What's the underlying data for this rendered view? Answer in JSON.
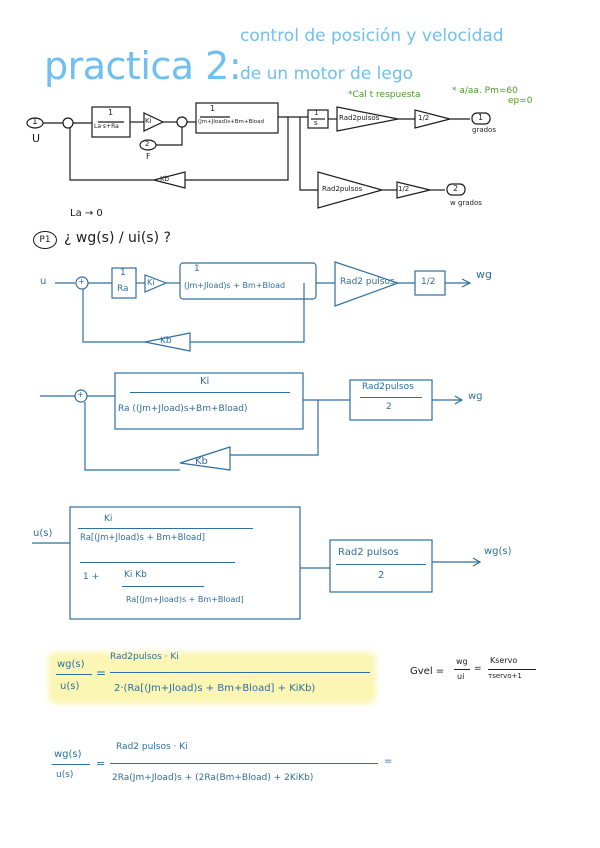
{
  "header": {
    "title": "practica 2:",
    "subtitle_line1": "control de posición y velocidad",
    "subtitle_line2": "de un motor de lego",
    "note_1": "*Cal t respuesta",
    "note_2_a": "* a/aa. Pm=60",
    "note_2_b": "ep=0"
  },
  "diagram1": {
    "input_port": "1",
    "input_label": "U",
    "electrical_block_num": "1",
    "electrical_block_den": "La·s+Ra",
    "torque_gain": "Ki",
    "disturbance_port": "2",
    "disturbance_label": "F",
    "mech_block_num": "1",
    "mech_block_den": "(Jm+Jload)s+Bm+Bload",
    "feedback_gain": "Kb",
    "integrator_num": "1",
    "integrator_den": "s",
    "gain_upper": "Rad2pulsos",
    "half_upper": "1/2",
    "output1_port": "1",
    "output1_label": "grados",
    "gain_lower": "Rad2pulsos",
    "half_lower": "1/2",
    "output2_port": "2",
    "output2_label": "w grados",
    "assumption": "La → 0"
  },
  "question": {
    "badge": "P1",
    "text": "¿ wg(s) / ui(s) ?"
  },
  "diagram2": {
    "input": "u",
    "sum_sign": "+",
    "block1_num": "1",
    "block1_den": "Ra",
    "gain": "Ki",
    "block2_num": "1",
    "block2_den": "(Jm+Jload)s + Bm+Bload",
    "rad_gain": "Rad2 pulsos",
    "half": "1/2",
    "output": "wg",
    "feedback": "Kb"
  },
  "diagram3": {
    "sum_sign": "+",
    "block_num": "Ki",
    "block_den": "Ra ((Jm+Jload)s+Bm+Bload)",
    "rad_num": "Rad2pulsos",
    "rad_den": "2",
    "output": "wg",
    "feedback": "Kb"
  },
  "diagram4": {
    "input": "u(s)",
    "top_num": "Ki",
    "top_den": "Ra[(Jm+Jload)s + Bm+Bload]",
    "one_plus": "1 +",
    "bot_num": "Ki Kb",
    "bot_den": "Ra[(Jm+Jload)s + Bm+Bload]",
    "rad_num": "Rad2 pulsos",
    "rad_den": "2",
    "output": "wg(s)"
  },
  "equation1": {
    "lhs_num": "wg(s)",
    "lhs_den": "u(s)",
    "eq": "=",
    "rhs_num": "Rad2pulsos · Ki",
    "rhs_den": "2·(Ra[(Jm+Jload)s + Bm+Bload] + KiKb)"
  },
  "equation_vel": {
    "lhs": "Gvel =",
    "frac1_num": "wg",
    "frac1_den": "ui",
    "eq": "=",
    "frac2_num": "Kservo",
    "frac2_den": "τservo+1"
  },
  "equation2": {
    "lhs_num": "wg(s)",
    "lhs_den": "u(s)",
    "eq": "=",
    "rhs_num": "Rad2 pulsos · Ki",
    "rhs_den": "2Ra(Jm+Jload)s + (2Ra(Bm+Bload) + 2KiKb)",
    "trailing": "="
  },
  "colors": {
    "title_blue": "#6ec0f2",
    "ink_blue": "#2f6f9f",
    "ink_black": "#1c1c1c",
    "note_green": "#4c9a2a",
    "highlight": "#fbf6b4"
  }
}
